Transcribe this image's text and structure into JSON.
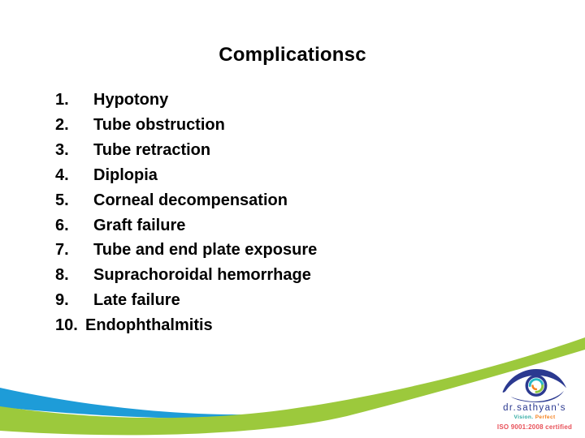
{
  "slide": {
    "title": "Complicationsc",
    "list": {
      "items": [
        {
          "number": "1.",
          "text": "Hypotony"
        },
        {
          "number": "2.",
          "text": "Tube obstruction"
        },
        {
          "number": "3.",
          "text": "Tube retraction"
        },
        {
          "number": "4.",
          "text": "Diplopia"
        },
        {
          "number": "5.",
          "text": "Corneal decompensation"
        },
        {
          "number": "6.",
          "text": "Graft failure"
        },
        {
          "number": "7.",
          "text": "Tube and end plate exposure"
        },
        {
          "number": "8.",
          "text": "Suprachoroidal hemorrhage"
        },
        {
          "number": "9.",
          "text": "Late failure"
        },
        {
          "number": "10.",
          "text": "Endophthalmitis"
        }
      ]
    },
    "logo": {
      "icon": "eye-swirl-icon",
      "name": "dr.sathyan's",
      "tagline_word1": "Vision.",
      "tagline_word2": "Perfect",
      "certification": "ISO 9001:2008 certified"
    },
    "colors": {
      "swoosh_blue": "#1E9CD8",
      "swoosh_green": "#9CC93C",
      "logo_navy": "#2B3990",
      "iris_teal": "#29B9C6",
      "iris_green": "#8DC63F",
      "iris_orange": "#F58220",
      "tagline_teal": "#2AA9A0",
      "tagline_orange": "#F58220",
      "cert_red": "#E8525A",
      "text": "#000000"
    }
  }
}
